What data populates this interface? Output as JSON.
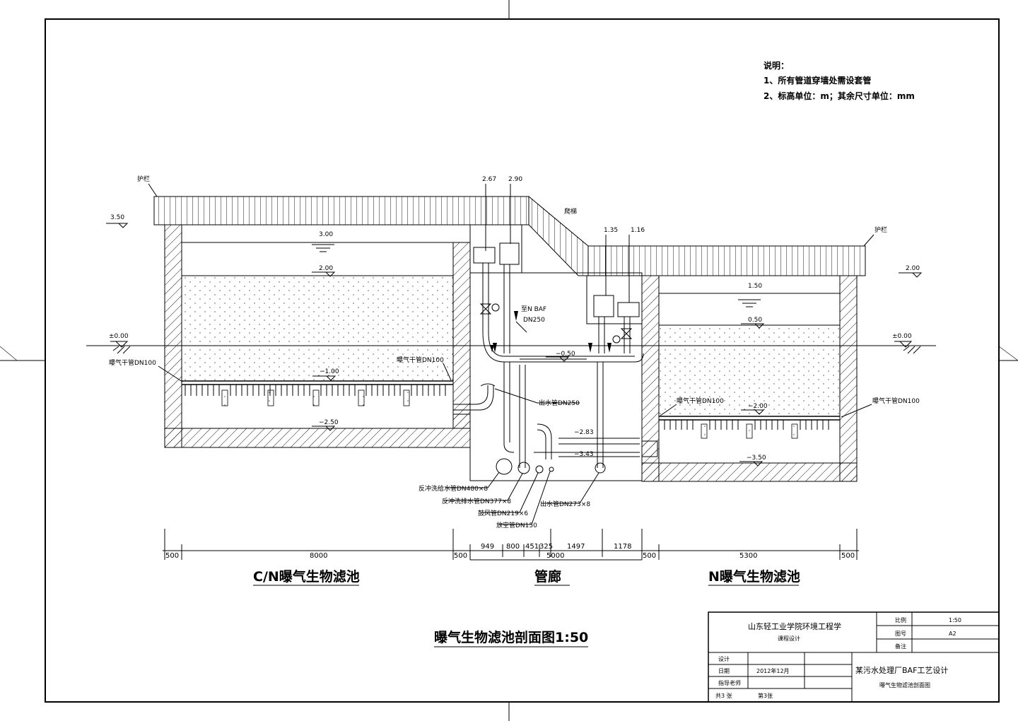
{
  "notes": {
    "title": "说明：",
    "line1": "1、所有管道穿墙处需设套管",
    "line2": "2、标高单位：m；其余尺寸单位：mm"
  },
  "labels": {
    "railing_left": "护栏",
    "railing_right": "护栏",
    "stairs": "爬梯",
    "to_n_baf": "至N BAF",
    "to_n_baf_dn": "DN250",
    "aeration_main_left": "曝气干管DN100",
    "aeration_main_mid": "曝气干管DN100",
    "outlet_pipe": "出水管DN250",
    "aeration_main_right1": "曝气干管DN100",
    "aeration_main_right2": "曝气干管DN100",
    "backwash_supply": "反冲洗给水管DN480×8",
    "backwash_drain": "反冲洗排水管DN377×8",
    "air_pipe": "鼓风管DN219×6",
    "vent_pipe": "放空管DN150",
    "effluent_pipe": "出水管DN273×8"
  },
  "elevations": {
    "e350": "3.50",
    "e300": "3.00",
    "e200_left": "2.00",
    "e000_left": "±0.00",
    "em100": "−1.00",
    "em250": "−2.50",
    "e267": "2.67",
    "e290": "2.90",
    "em050": "−0.50",
    "em283": "−2.83",
    "em343": "−3.43",
    "e135": "1.35",
    "e116": "1.16",
    "e150": "1.50",
    "e050": "0.50",
    "e200_right": "2.00",
    "e000_right": "±0.00",
    "em200": "−2.00",
    "em350": "−3.50"
  },
  "dimensions": [
    "500",
    "8000",
    "500",
    "949",
    "800",
    "451",
    "325",
    "1497",
    "1178",
    "5000",
    "500",
    "5300",
    "500"
  ],
  "section_titles": {
    "left": "C/N曝气生物滤池",
    "middle": "管廊",
    "right": "N曝气生物滤池"
  },
  "drawing_title": "曝气生物滤池剖面图1:50",
  "title_block": {
    "school": "山东轻工业学院环境工程学",
    "course": "课程设计",
    "scale_label": "比例",
    "scale_value": "1:50",
    "sheet_label": "图号",
    "sheet_value": "A2",
    "remark_label": "备注",
    "design_label": "设计",
    "date_label": "日期",
    "date_value": "2012年12月",
    "advisor_label": "指导老师",
    "total_sheets": "共3 张",
    "sheet_no": "第3张",
    "project": "某污水处理厂BAF工艺设计",
    "drawing_name": "曝气生物滤池剖面图"
  }
}
